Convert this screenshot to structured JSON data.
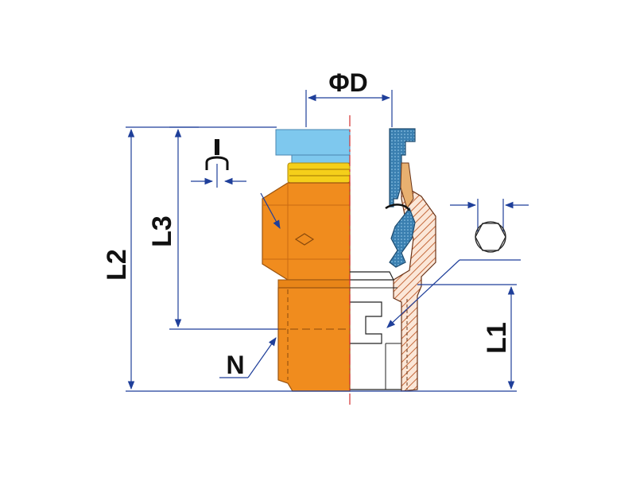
{
  "labels": {
    "phi_d": "ΦD",
    "l1": "L1",
    "l2": "L2",
    "l3": "L3",
    "n": "N"
  },
  "colors": {
    "body_orange": "#f08c1e",
    "body_orange_dark": "#c96a12",
    "collet_blue": "#7ec8ee",
    "collet_blue_dark": "#2f6f9a",
    "ring_yellow": "#f5cf1a",
    "hatch_brown": "#c4683a",
    "dimension_blue": "#1f3f9a",
    "centerline_red": "#d23030",
    "outline": "#222222"
  },
  "icons": {
    "tube_grip": "tube-grip-icon",
    "hexagon": "hexagon-icon"
  }
}
